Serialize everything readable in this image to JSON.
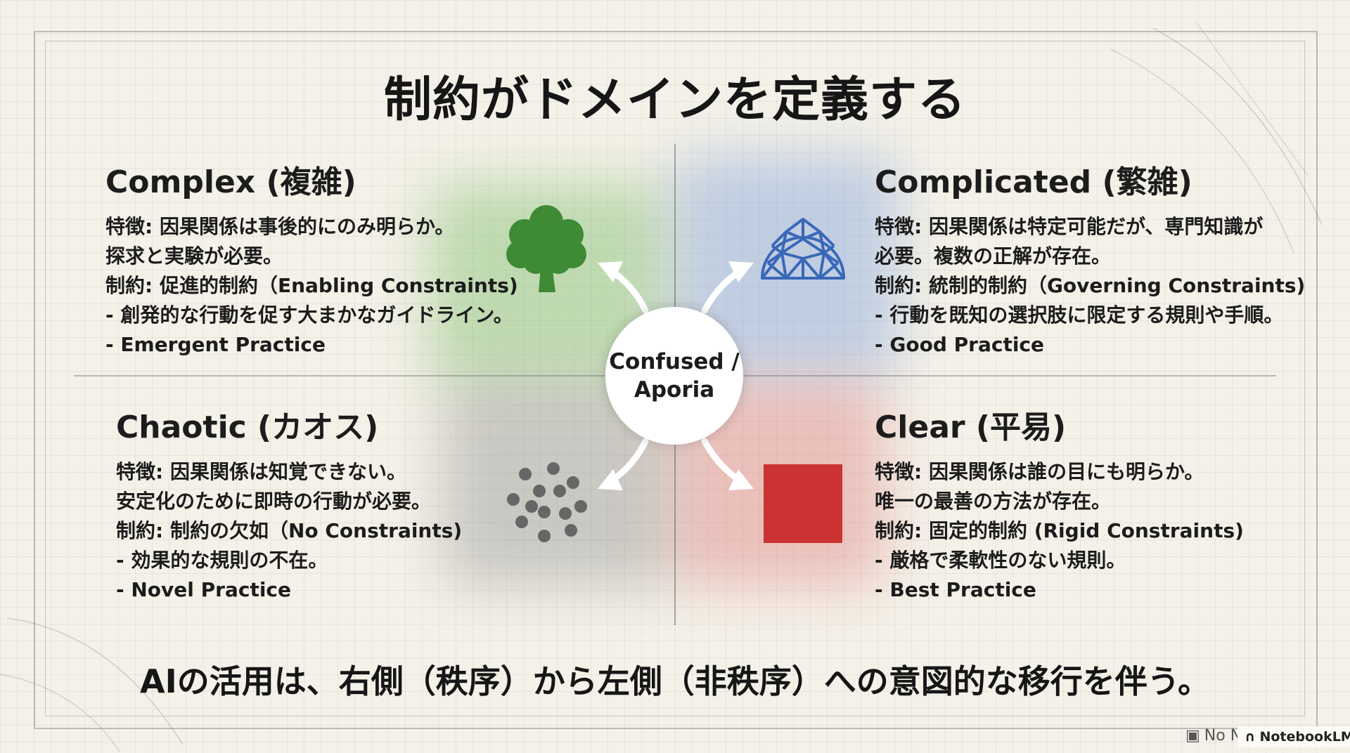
{
  "title": "制約がドメインを定義する",
  "center": {
    "line1": "Confused /",
    "line2": "Aporia"
  },
  "quadrants": {
    "complex": {
      "title": "Complex (複雑)",
      "lines": [
        "特徴: 因果関係は事後的にのみ明らか。",
        "探求と実験が必要。",
        "制約: 促進的制約（Enabling Constraints)",
        "- 創発的な行動を促す大まかなガイドライン。",
        "- Emergent Practice"
      ],
      "icon": "tree-icon",
      "color": "#3f8a35"
    },
    "complicated": {
      "title": "Complicated (繁雑)",
      "lines": [
        "特徴: 因果関係は特定可能だが、専門知識が",
        "必要。複数の正解が存在。",
        "制約: 統制的制約（Governing Constraints)",
        "- 行動を既知の選択肢に限定する規則や手順。",
        "- Good Practice"
      ],
      "icon": "geodesic-dome-icon",
      "color": "#3a68b8"
    },
    "chaotic": {
      "title": "Chaotic (カオス)",
      "lines": [
        "特徴: 因果関係は知覚できない。",
        "安定化のために即時の行動が必要。",
        "制約: 制約の欠如（No Constraints)",
        "- 効果的な規則の不在。",
        "- Novel Practice"
      ],
      "icon": "scattered-dots-icon",
      "color": "#666666"
    },
    "clear": {
      "title": "Clear (平易)",
      "lines": [
        "特徴: 因果関係は誰の目にも明らか。",
        "唯一の最善の方法が存在。",
        "制約: 固定的制約 (Rigid Constraints)",
        "- 厳格で柔軟性のない規則。",
        "- Best Practice"
      ],
      "icon": "square-icon",
      "color": "#cc3333"
    }
  },
  "footer": "AIの活用は、右側（秩序）から左側（非秩序）への意図的な移行を伴う。",
  "badges": {
    "note": "No N",
    "brand": "NotebookLM"
  }
}
